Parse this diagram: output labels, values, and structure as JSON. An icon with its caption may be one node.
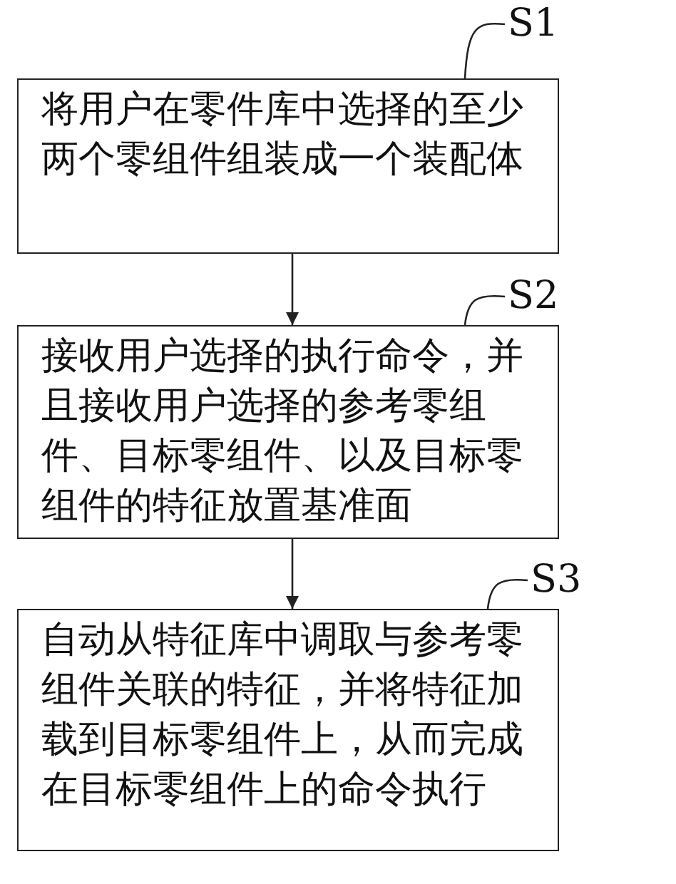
{
  "diagram": {
    "nodes": [
      {
        "text": [
          "将用户在零件库中选择的至少两个零组件组装成一个装配体"
        ]
      },
      {
        "text": [
          "S1"
        ]
      },
      {
        "text": [
          "接收用户选择的执行命令，并且接收用户选择的参考零组件、目标零组件、以及目标零组件的特征放置基准面"
        ]
      },
      {
        "text": [
          "S2"
        ]
      },
      {
        "text": [
          "自动从特征库中调取与参考零组件关联的特征，并将特征加载到目标零组件上，从而完成在目标零组件上的命令执行"
        ]
      },
      {
        "text": [
          "S3"
        ]
      }
    ],
    "edges": [
      {
        "from": 0,
        "to": 2,
        "arrow": "to"
      },
      {
        "from": 2,
        "to": 4,
        "arrow": "to"
      },
      {
        "from": 1,
        "to": 0,
        "arrow": "none"
      },
      {
        "from": 3,
        "to": 2,
        "arrow": "none"
      },
      {
        "from": 5,
        "to": 4,
        "arrow": "none"
      }
    ]
  }
}
